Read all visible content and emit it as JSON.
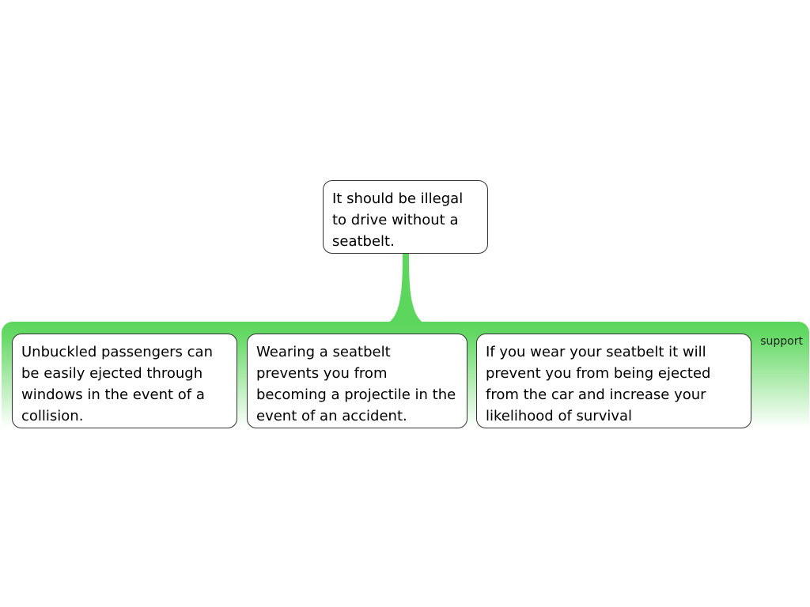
{
  "diagram": {
    "root": {
      "text": "It should be illegal\nto drive without a\nseatbelt."
    },
    "group": {
      "label": "support",
      "color": "#5cd65c"
    },
    "children": [
      {
        "text": "Unbuckled passengers can\nbe easily ejected through\nwindows in the event of a\ncollision."
      },
      {
        "text": "Wearing a seatbelt\nprevents you from\nbecoming a projectile in the\nevent of an accident."
      },
      {
        "text": "If you wear your seatbelt it will\nprevent you from being ejected\nfrom the car and increase your\nlikelihood of survival"
      }
    ]
  }
}
